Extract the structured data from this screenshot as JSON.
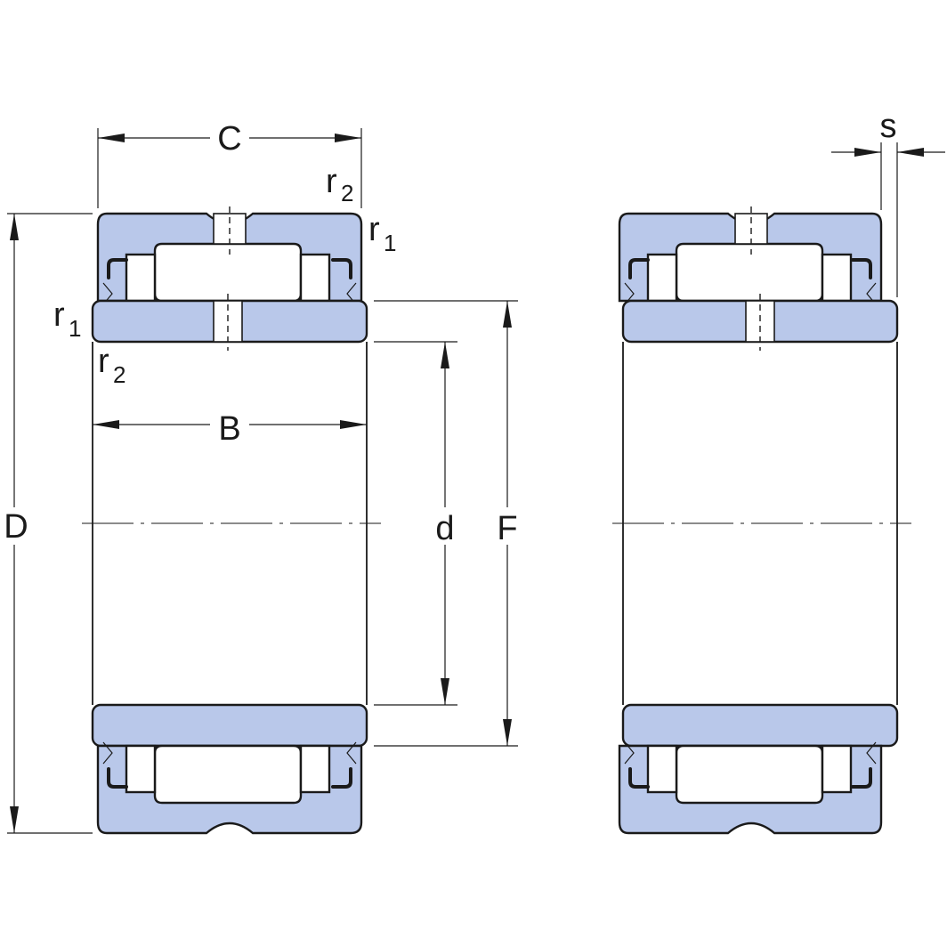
{
  "labels": {
    "C": "C",
    "s": "s",
    "B": "B",
    "D": "D",
    "d": "d",
    "F": "F",
    "r": "r",
    "sub1": "1",
    "sub2": "2"
  },
  "colors": {
    "ring_fill": "#b9c8ea",
    "outline": "#1a1a1a",
    "background": "#ffffff"
  }
}
